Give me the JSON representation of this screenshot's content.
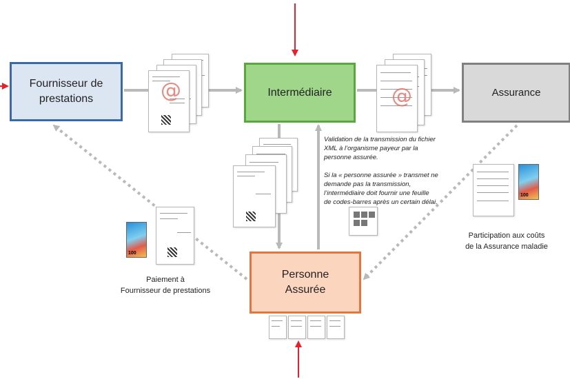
{
  "nodes": {
    "fournisseur": "Fournisseur de\nprestations",
    "intermediaire": "Intermédiaire",
    "assurance": "Assurance",
    "assuree": "Personne\nAssurée"
  },
  "notes": {
    "validation": "Validation de la transmission du fichier\nXML à l’organisme payeur par la\npersonne assurée.\n\nSi la « personne assurée » transmet ne\ndemande pas la transmission,\nl’intermédiaire doit fournir une feuille\nde codes-barres après un certain délai."
  },
  "captions": {
    "paiement": "Paiement à\nFournisseur de prestations",
    "participation": "Participation aux coûts\nde la Assurance maladie"
  },
  "symbols": {
    "email_at": "@",
    "banknote": "100"
  },
  "colors": {
    "solid_arrow": "#b9b9b9",
    "dotted_arrow": "#b9b9b9",
    "highlight_arrow": "#e8202a"
  }
}
